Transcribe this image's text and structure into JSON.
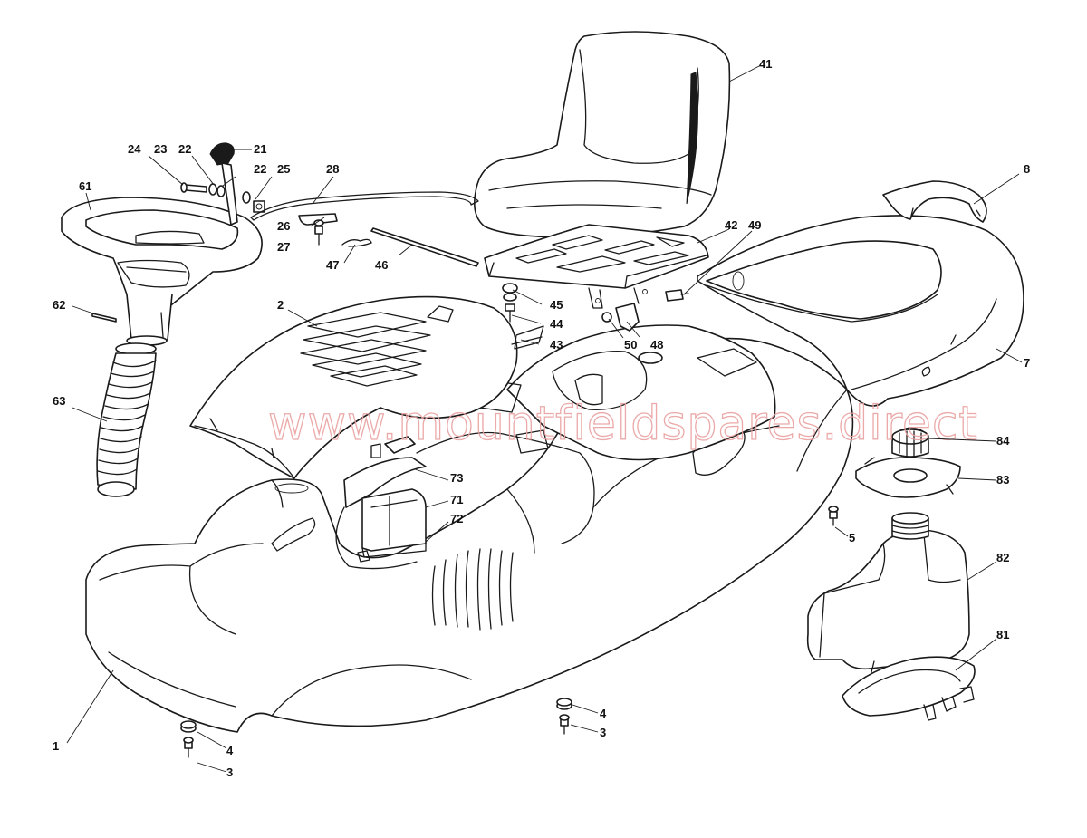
{
  "watermark": "www.mountfieldspares.direct",
  "colors": {
    "line": "#1a1a1a",
    "watermark": "#e9a0a0",
    "background": "#ffffff"
  },
  "callouts": [
    "1",
    "2",
    "3",
    "4",
    "5",
    "7",
    "8",
    "21",
    "22",
    "23",
    "24",
    "25",
    "26",
    "27",
    "28",
    "41",
    "42",
    "43",
    "44",
    "45",
    "46",
    "47",
    "48",
    "49",
    "50",
    "61",
    "62",
    "63",
    "71",
    "72",
    "73",
    "81",
    "82",
    "83",
    "84"
  ]
}
